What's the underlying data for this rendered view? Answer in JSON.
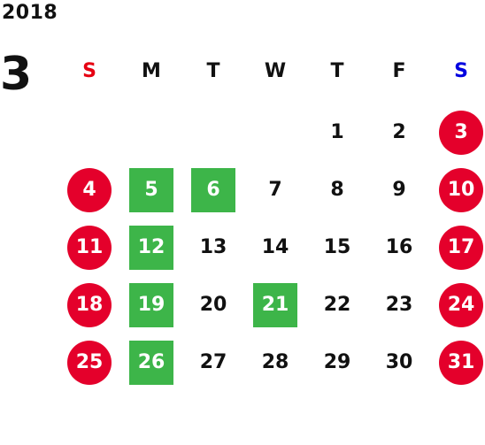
{
  "header": {
    "year": "2018",
    "month": "3"
  },
  "weekdays": [
    {
      "label": "S",
      "color": "#e60012"
    },
    {
      "label": "M",
      "color": "#111111"
    },
    {
      "label": "T",
      "color": "#111111"
    },
    {
      "label": "W",
      "color": "#111111"
    },
    {
      "label": "T",
      "color": "#111111"
    },
    {
      "label": "F",
      "color": "#111111"
    },
    {
      "label": "S",
      "color": "#0000e0"
    }
  ],
  "colors": {
    "holiday": "#e4002b",
    "highlight": "#3db549",
    "text": "#111111"
  },
  "weeks": [
    [
      null,
      null,
      null,
      null,
      {
        "d": "1"
      },
      {
        "d": "2"
      },
      {
        "d": "3",
        "mark": "holiday"
      }
    ],
    [
      {
        "d": "4",
        "mark": "holiday"
      },
      {
        "d": "5",
        "mark": "highlight"
      },
      {
        "d": "6",
        "mark": "highlight"
      },
      {
        "d": "7"
      },
      {
        "d": "8"
      },
      {
        "d": "9"
      },
      {
        "d": "10",
        "mark": "holiday"
      }
    ],
    [
      {
        "d": "11",
        "mark": "holiday"
      },
      {
        "d": "12",
        "mark": "highlight"
      },
      {
        "d": "13"
      },
      {
        "d": "14"
      },
      {
        "d": "15"
      },
      {
        "d": "16"
      },
      {
        "d": "17",
        "mark": "holiday"
      }
    ],
    [
      {
        "d": "18",
        "mark": "holiday"
      },
      {
        "d": "19",
        "mark": "highlight"
      },
      {
        "d": "20"
      },
      {
        "d": "21",
        "mark": "highlight"
      },
      {
        "d": "22"
      },
      {
        "d": "23"
      },
      {
        "d": "24",
        "mark": "holiday"
      }
    ],
    [
      {
        "d": "25",
        "mark": "holiday"
      },
      {
        "d": "26",
        "mark": "highlight"
      },
      {
        "d": "27"
      },
      {
        "d": "28"
      },
      {
        "d": "29"
      },
      {
        "d": "30"
      },
      {
        "d": "31",
        "mark": "holiday"
      }
    ]
  ]
}
